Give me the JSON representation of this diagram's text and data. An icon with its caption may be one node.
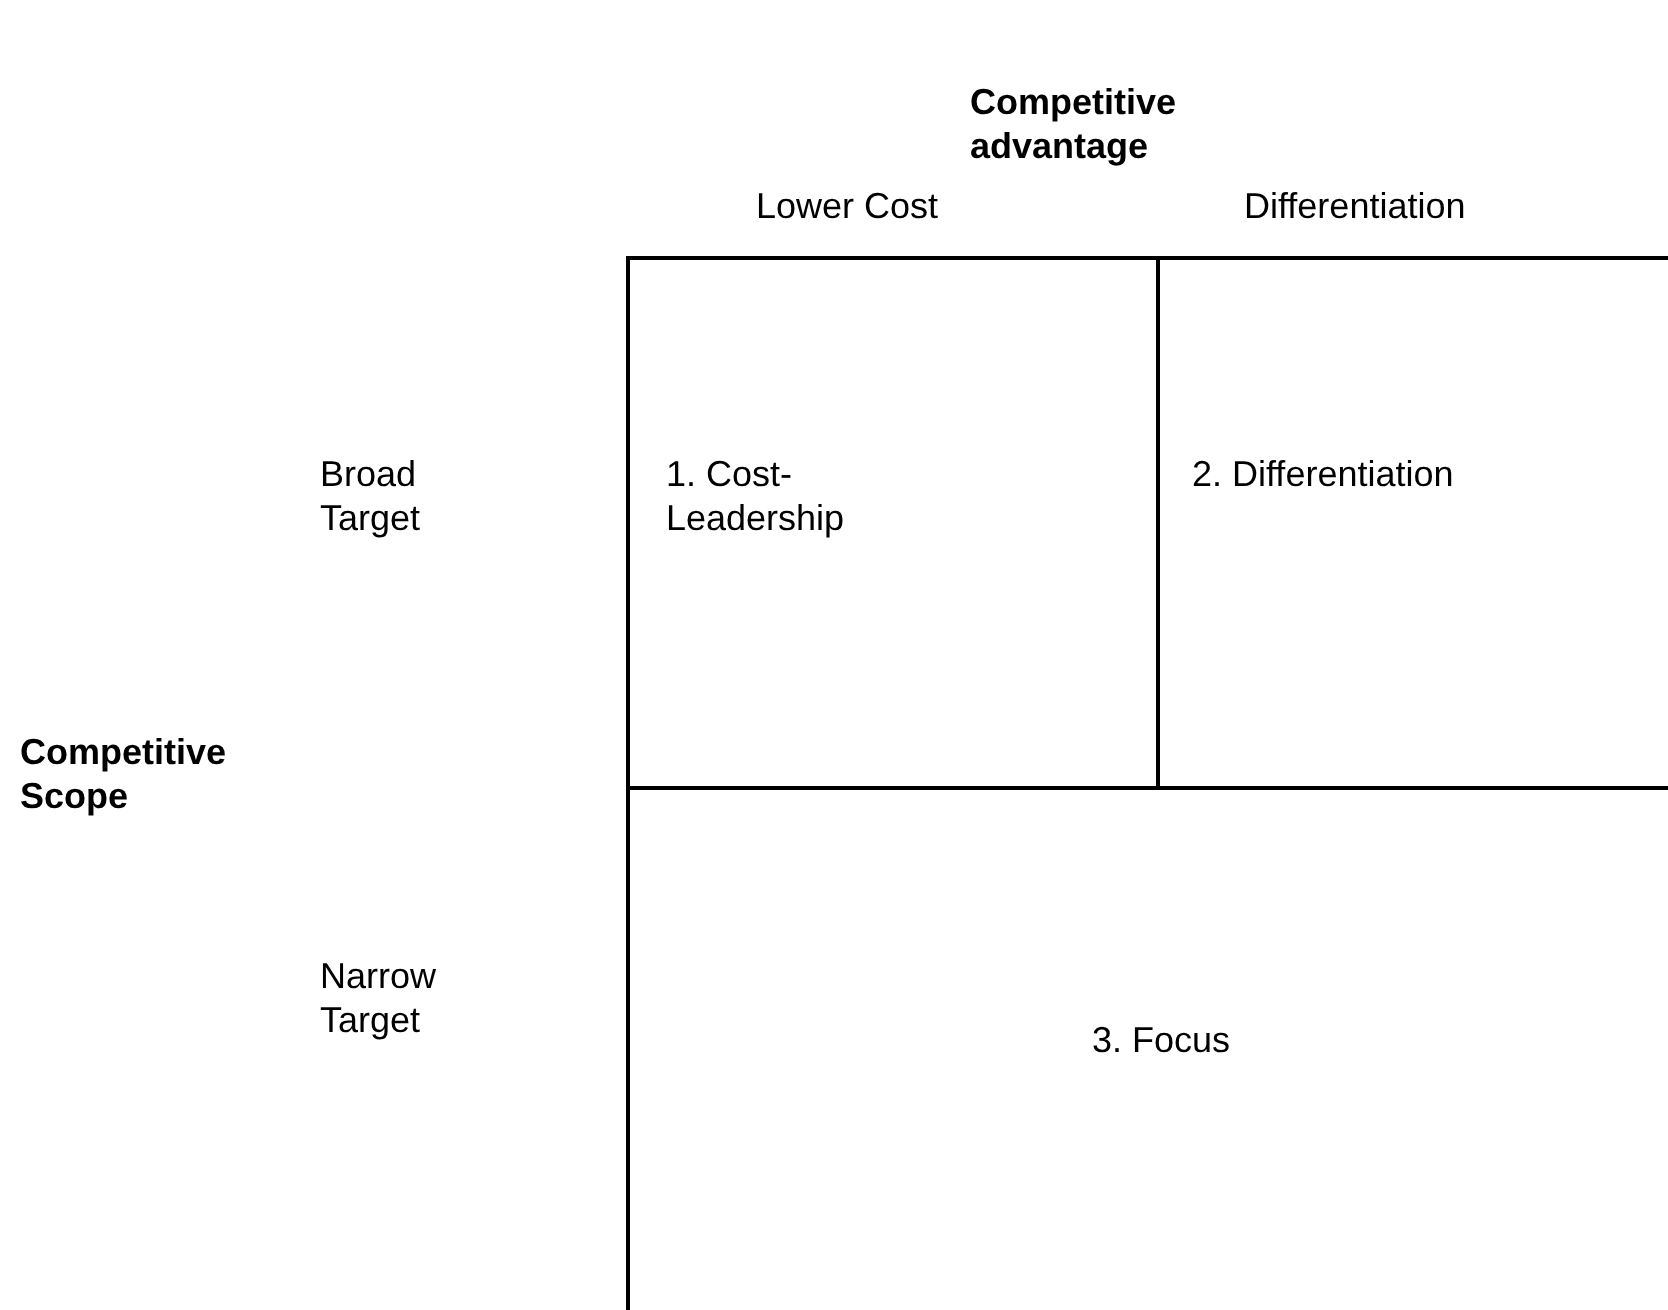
{
  "diagram": {
    "nodes": [
      {
        "text": [
          "1. Cost-Leadership"
        ]
      },
      {
        "text": [
          "2. Differentiation"
        ]
      },
      {
        "text": [
          "3. Focus"
        ]
      }
    ],
    "labels": [
      "Competitive advantage",
      "Lower Cost",
      "Differentiation",
      "Broad Target",
      "Competitive Scope",
      "Narrow Target"
    ]
  }
}
